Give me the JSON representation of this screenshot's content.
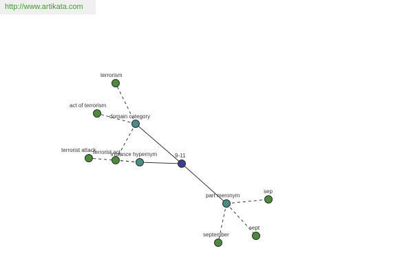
{
  "banner": {
    "url": "http://www.artikata.com",
    "text_color": "#3f9a2e"
  },
  "colors": {
    "root": "#3b3f8f",
    "relation": "#4a8c86",
    "term": "#4e8a3e"
  },
  "graph": {
    "nodes": [
      {
        "id": "9-11",
        "label": "9-11",
        "kind": "root"
      },
      {
        "id": "domain-category",
        "label": "domain category",
        "kind": "relation"
      },
      {
        "id": "instance-hypernym",
        "label": "instance hypernym",
        "kind": "relation"
      },
      {
        "id": "part-meronym",
        "label": "part meronym",
        "kind": "relation"
      },
      {
        "id": "terrorism",
        "label": "terrorism",
        "kind": "term"
      },
      {
        "id": "act-of-terrorism",
        "label": "act of terrorism",
        "kind": "term"
      },
      {
        "id": "terrorist-act",
        "label": "terrorist act",
        "kind": "term"
      },
      {
        "id": "terrorist-attack",
        "label": "terrorist attack",
        "kind": "term"
      },
      {
        "id": "sep",
        "label": "sep",
        "kind": "term"
      },
      {
        "id": "sept",
        "label": "sept",
        "kind": "term"
      },
      {
        "id": "september",
        "label": "september",
        "kind": "term"
      }
    ],
    "edges": [
      {
        "from": "9-11",
        "to": "domain-category",
        "style": "solid"
      },
      {
        "from": "9-11",
        "to": "instance-hypernym",
        "style": "solid"
      },
      {
        "from": "9-11",
        "to": "part-meronym",
        "style": "solid"
      },
      {
        "from": "domain-category",
        "to": "terrorism",
        "style": "dashed"
      },
      {
        "from": "domain-category",
        "to": "act-of-terrorism",
        "style": "dashed"
      },
      {
        "from": "domain-category",
        "to": "terrorist-act",
        "style": "dashed"
      },
      {
        "from": "instance-hypernym",
        "to": "terrorist-act",
        "style": "dashed"
      },
      {
        "from": "instance-hypernym",
        "to": "terrorist-attack",
        "style": "dashed"
      },
      {
        "from": "part-meronym",
        "to": "sep",
        "style": "dashed"
      },
      {
        "from": "part-meronym",
        "to": "sept",
        "style": "dashed"
      },
      {
        "from": "part-meronym",
        "to": "september",
        "style": "dashed"
      }
    ]
  }
}
